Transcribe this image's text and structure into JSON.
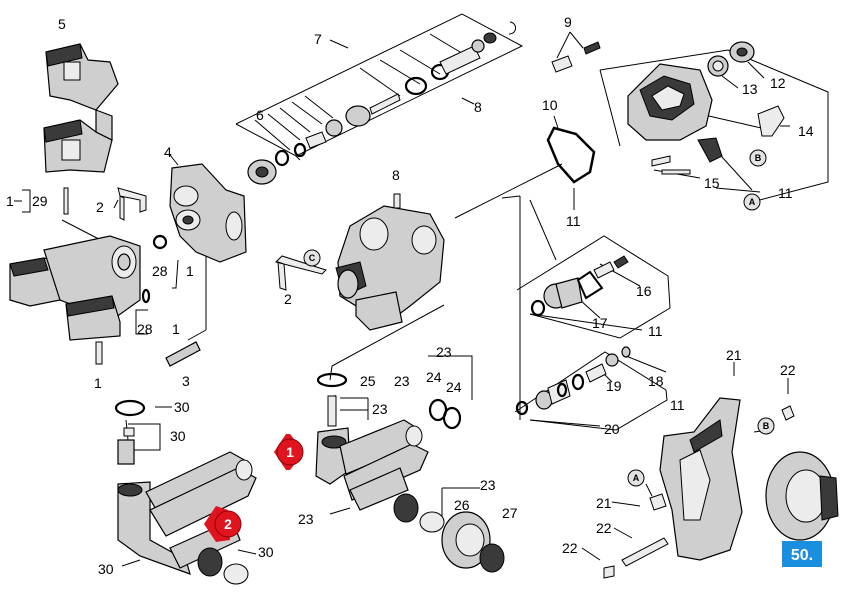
{
  "diagram": {
    "callouts": {
      "c5": "5",
      "c7": "7",
      "c8a": "8",
      "c9": "9",
      "c10": "10",
      "c11a": "11",
      "c11b": "11",
      "c11c": "11",
      "c11d": "11",
      "c12": "12",
      "c13": "13",
      "c14": "14",
      "c15": "15",
      "c16": "16",
      "c17": "17",
      "c18": "18",
      "c19": "19",
      "c20": "20",
      "c21a": "21",
      "c21b": "21",
      "c22a": "22",
      "c22b": "22",
      "c22c": "22",
      "c23a": "23",
      "c23b": "23",
      "c23c": "23",
      "c23d": "23",
      "c23e": "23",
      "c24a": "24",
      "c24b": "24",
      "c25": "25",
      "c26": "26",
      "c27": "27",
      "c28a": "28",
      "c28b": "28",
      "c29": "29",
      "c30a": "30",
      "c30b": "30",
      "c30c": "30",
      "c30d": "30",
      "c1a": "1",
      "c1b": "1",
      "c1c": "1",
      "c1d": "1",
      "c2a": "2",
      "c2b": "2",
      "c3": "3",
      "c4": "4",
      "c6": "6",
      "c8b": "8"
    },
    "markers": {
      "mA1": "A",
      "mA2": "A",
      "mB1": "B",
      "mB2": "B",
      "mC": "C"
    },
    "badges": {
      "badge1": "1",
      "badge2": "2"
    },
    "page_ref": "50."
  },
  "colors": {
    "badge": "#e0141e",
    "page_ref": "#1a8fe0"
  }
}
